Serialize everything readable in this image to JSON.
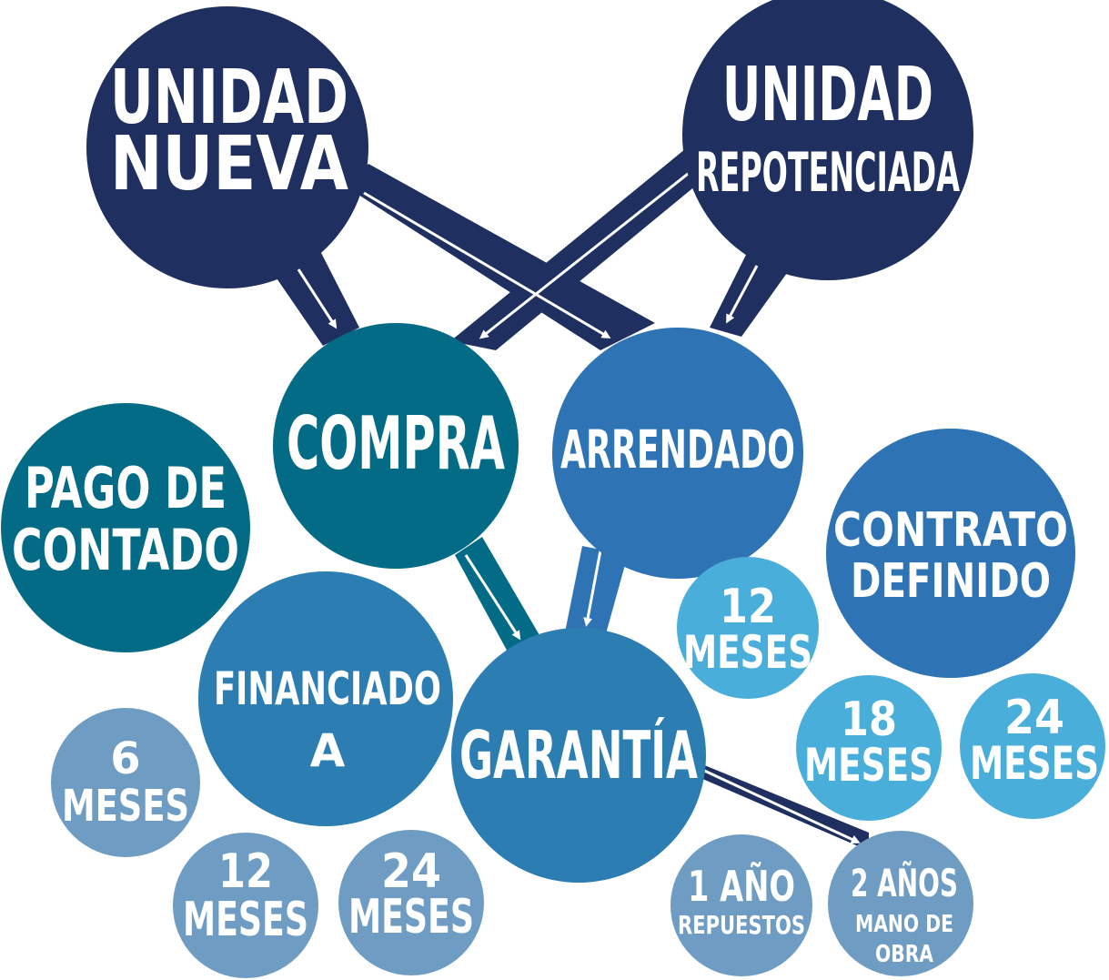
{
  "nodes": {
    "unidad_nueva": {
      "lines": [
        "UNIDAD",
        "NUEVA"
      ]
    },
    "unidad_repotenciada": {
      "lines": [
        "UNIDAD",
        "REPOTENCIADA"
      ]
    },
    "compra": {
      "lines": [
        "COMPRA"
      ]
    },
    "arrendado": {
      "lines": [
        "ARRENDADO"
      ]
    },
    "pago_contado": {
      "lines": [
        "PAGO DE",
        "CONTADO"
      ]
    },
    "financiado": {
      "lines": [
        "FINANCIADO",
        "A"
      ]
    },
    "garantia": {
      "lines": [
        "GARANTÍA"
      ]
    },
    "contrato": {
      "lines": [
        "CONTRATO",
        "DEFINIDO"
      ]
    },
    "fin_6": {
      "lines": [
        "6",
        "MESES"
      ]
    },
    "fin_12": {
      "lines": [
        "12",
        "MESES"
      ]
    },
    "fin_24": {
      "lines": [
        "24",
        "MESES"
      ]
    },
    "gar_1": {
      "lines": [
        "1 AÑO",
        "REPUESTOS"
      ]
    },
    "gar_2": {
      "lines": [
        "2 AÑOS",
        "MANO DE",
        "OBRA"
      ]
    },
    "con_12": {
      "lines": [
        "12",
        "MESES"
      ]
    },
    "con_18": {
      "lines": [
        "18",
        "MESES"
      ]
    },
    "con_24": {
      "lines": [
        "24",
        "MESES"
      ]
    }
  },
  "colors": {
    "dark_navy": "#1f3060",
    "teal": "#046b86",
    "mid_blue": "#2e73b3",
    "steel_blue": "#2b7db2",
    "light_blue": "#4aaedb",
    "gray_blue": "#6f9cc2",
    "white": "#ffffff"
  }
}
